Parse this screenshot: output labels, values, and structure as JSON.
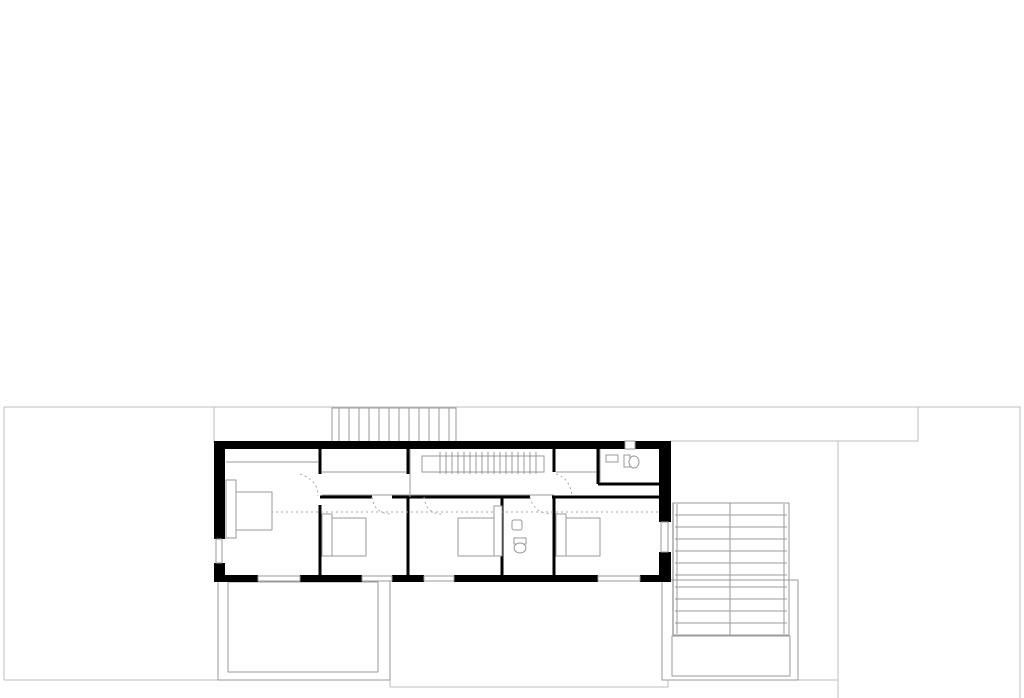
{
  "colors": {
    "background": "#ffffff",
    "walls": "#000000",
    "site_lines": "#bdbdbd",
    "fixtures": "#9a9a9a"
  },
  "drawing": {
    "type": "architectural floor plan",
    "rooms": [
      {
        "key": "bedroom-west"
      },
      {
        "key": "bedroom-2"
      },
      {
        "key": "bedroom-3"
      },
      {
        "key": "bathroom"
      },
      {
        "key": "bedroom-east"
      },
      {
        "key": "wc"
      },
      {
        "key": "corridor"
      },
      {
        "key": "staircase"
      }
    ]
  }
}
